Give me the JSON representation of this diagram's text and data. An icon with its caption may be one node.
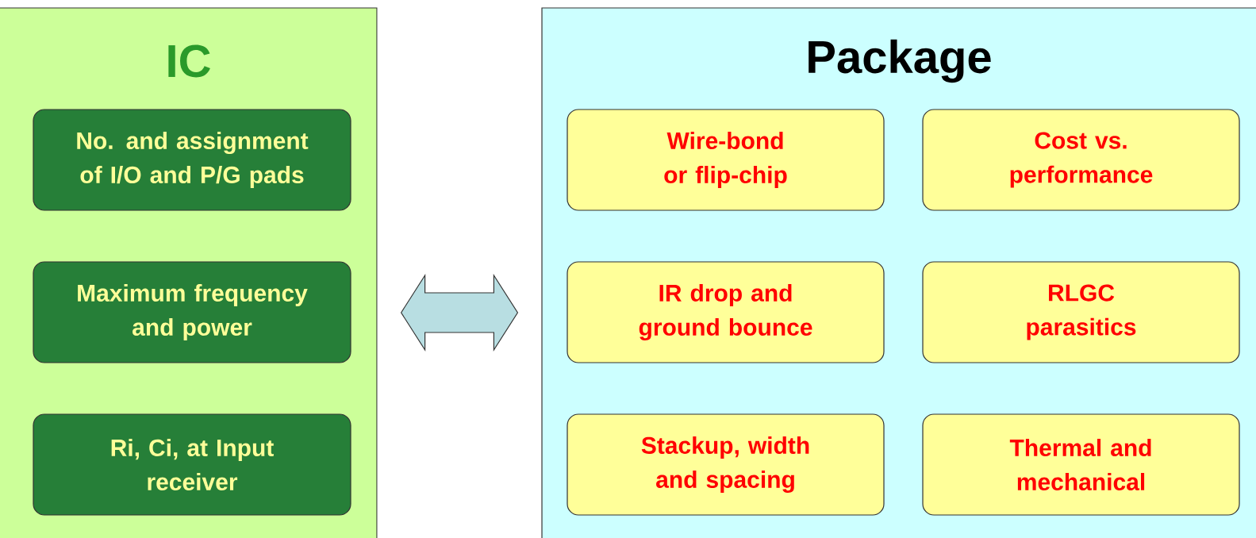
{
  "diagram": {
    "nodes": [
      {
        "text": [
          "IC"
        ]
      },
      {
        "text": [
          "No. and assignment of I/O and P/G pads"
        ],
        "in": 0
      },
      {
        "text": [
          "Maximum frequency and power"
        ],
        "in": 0
      },
      {
        "text": [
          "Ri, Ci, at Input receiver"
        ],
        "in": 0
      },
      {
        "text": [
          "Package"
        ]
      },
      {
        "text": [
          "Wire-bond or flip-chip"
        ],
        "in": 4
      },
      {
        "text": [
          "Cost vs. performance"
        ],
        "in": 4
      },
      {
        "text": [
          "IR drop and ground bounce"
        ],
        "in": 4
      },
      {
        "text": [
          "RLGC parasitics"
        ],
        "in": 4
      },
      {
        "text": [
          "Stackup, width and spacing"
        ],
        "in": 4
      },
      {
        "text": [
          "Thermal and mechanical"
        ],
        "in": 4
      }
    ],
    "edges": [
      {
        "from": 0,
        "to": 4,
        "arrow": "both"
      }
    ]
  }
}
